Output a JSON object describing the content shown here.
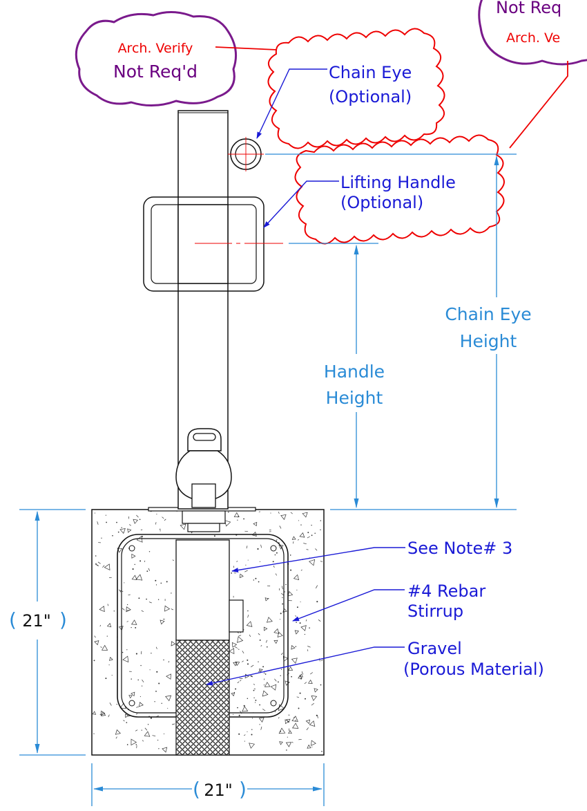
{
  "colors": {
    "cloud_red": "#ee0000",
    "bubble_purple": "#7a1a8c",
    "callout_blue": "#1a1ad6",
    "dimension_blue": "#2a8bd6",
    "linework": "#111111"
  },
  "bubbles": {
    "left": {
      "line1": "Arch. Verify",
      "line2": "Not Req'd"
    },
    "right": {
      "line1": "Not Req",
      "line2": "Arch. Ve"
    }
  },
  "callouts": {
    "chain_eye": {
      "line1": "Chain Eye",
      "line2": "(Optional)"
    },
    "lifting_handle": {
      "line1": "Lifting Handle",
      "line2": "(Optional)"
    },
    "see_note": "See Note# 3",
    "rebar": {
      "line1": "#4 Rebar",
      "line2": "Stirrup"
    },
    "gravel": {
      "line1": "Gravel",
      "line2": "(Porous Material)"
    }
  },
  "dimensions": {
    "chain_eye_height": {
      "line1": "Chain Eye",
      "line2": "Height"
    },
    "handle_height": {
      "line1": "Handle",
      "line2": "Height"
    },
    "footing_height": "21\"",
    "footing_width": "21\""
  }
}
